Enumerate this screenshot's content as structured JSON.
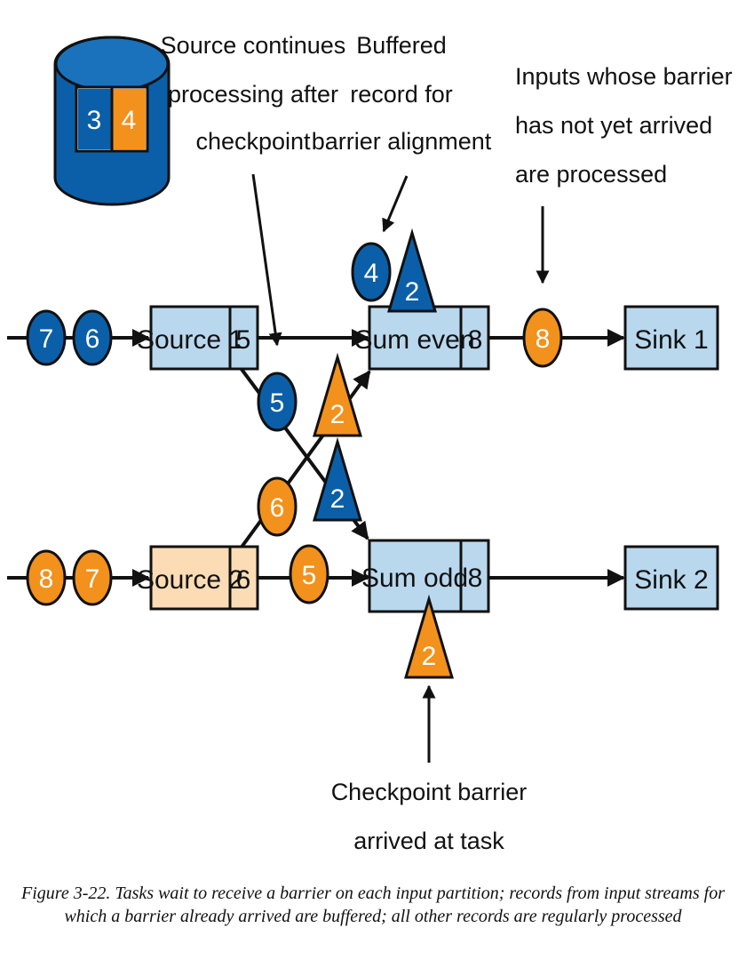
{
  "colors": {
    "blue": "#0a5fa8",
    "orange": "#f2911c",
    "light_blue_box": "#b9d8ee",
    "peach_box": "#fcdcb4",
    "outline": "#111111"
  },
  "snapshot": {
    "value1": "3",
    "value2": "4"
  },
  "annotations": {
    "source_continues": [
      "Source continues",
      "processing after",
      "checkpoint"
    ],
    "buffered": [
      "Buffered",
      "record for",
      "barrier alignment"
    ],
    "inputs_whose": [
      "Inputs whose barrier",
      "has not yet arrived",
      "are processed"
    ],
    "checkpoint_arrived": [
      "Checkpoint barrier",
      "arrived at task"
    ]
  },
  "tasks": {
    "source1": {
      "label": "Source 1",
      "state": "5"
    },
    "source2": {
      "label": "Source 2",
      "state": "6"
    },
    "sum_even": {
      "label": "Sum even",
      "state": "8"
    },
    "sum_odd": {
      "label": "Sum odd",
      "state": "8"
    },
    "sink1": {
      "label": "Sink 1"
    },
    "sink2": {
      "label": "Sink 2"
    }
  },
  "records": {
    "in1_a": "7",
    "in1_b": "6",
    "in2_a": "8",
    "in2_b": "7",
    "cross_blue": "5",
    "cross_orange": "6",
    "src2_to_odd": "5",
    "buffered_blue": "4",
    "even_to_sink": "8"
  },
  "barriers": {
    "top_blue": "2",
    "cross_orange": "2",
    "cross_blue": "2",
    "odd_orange": "2"
  },
  "caption": "Figure 3-22. Tasks wait to receive a barrier on each input partition; records from input streams for which a barrier already arrived are buffered; all other records are regularly processed"
}
